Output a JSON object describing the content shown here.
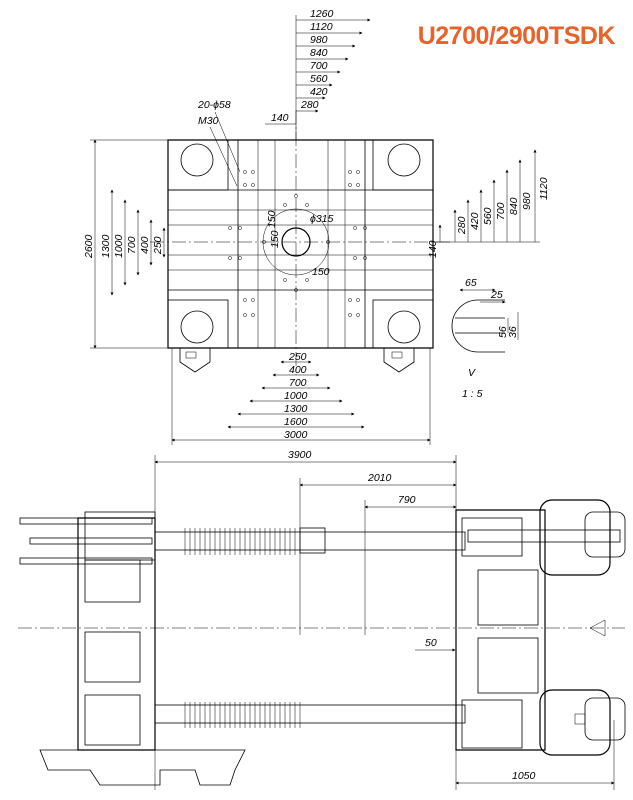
{
  "title": "U2700/2900TSDK",
  "accent_color": "#e8622a",
  "platen_top_dims": [
    "1260",
    "1120",
    "980",
    "840",
    "700",
    "560",
    "420",
    "280",
    "140"
  ],
  "platen_right_dims": [
    "1120",
    "980",
    "840",
    "700",
    "560",
    "420",
    "280",
    "140"
  ],
  "platen_left_dims": [
    "2600",
    "1300",
    "1000",
    "700",
    "400",
    "250"
  ],
  "platen_bottom_dims": [
    "250",
    "400",
    "700",
    "1000",
    "1300",
    "1600",
    "3000"
  ],
  "center_labels": {
    "hole_diameter": "ϕ315",
    "bolt_holes": "20-ϕ58",
    "thread": "M30",
    "radius_left": "150",
    "radius_right": "150",
    "radius_bottom": "150"
  },
  "detail": {
    "dim_width": "65",
    "dim_slot": "25",
    "dim_h1": "56",
    "dim_h2": "36",
    "label": "V",
    "scale": "1 : 5"
  },
  "side_dims": {
    "overall": "3900",
    "stroke": "2010",
    "daylight": "790",
    "offset": "50",
    "base": "1050"
  }
}
